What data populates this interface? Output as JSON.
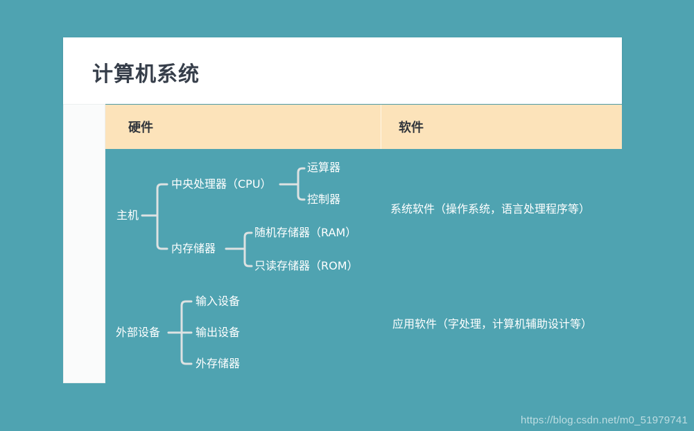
{
  "page": {
    "watermark": "https://blog.csdn.net/m0_51979741",
    "colors": {
      "background": "#4FA3B1",
      "title_card": "#FFFFFF",
      "column_header": "#FCE3BA",
      "branch_line": "#DDE2E2",
      "tree_text": "#FFFFFF",
      "title_text": "#363E4A"
    }
  },
  "title_card": {
    "title": "计算机系统"
  },
  "columns_header": {
    "hardware_label": "硬件",
    "software_label": "软件"
  },
  "tree": {
    "hardware": [
      {
        "label": "主机",
        "children": [
          {
            "label": "中央处理器（CPU）",
            "children": [
              {
                "label": "运算器"
              },
              {
                "label": "控制器"
              }
            ]
          },
          {
            "label": "内存储器",
            "children": [
              {
                "label": "随机存储器（RAM）"
              },
              {
                "label": "只读存储器（ROM）"
              }
            ]
          }
        ]
      },
      {
        "label": "外部设备",
        "children": [
          {
            "label": "输入设备"
          },
          {
            "label": "输出设备"
          },
          {
            "label": "外存储器"
          }
        ]
      }
    ],
    "software": [
      {
        "label": "系统软件（操作系统，语言处理程序等）"
      },
      {
        "label": "应用软件（字处理，计算机辅助设计等）"
      }
    ]
  }
}
